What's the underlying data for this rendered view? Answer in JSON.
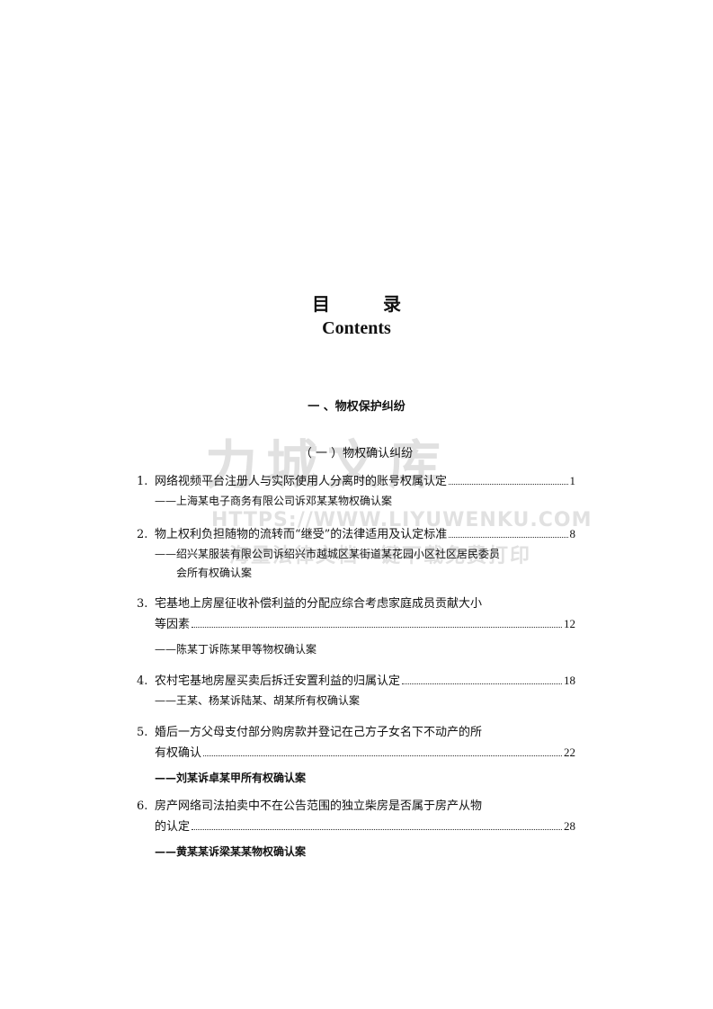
{
  "title_cn": "目 录",
  "title_en": "Contents",
  "section": "一 、物权保护纠纷",
  "subsection": "（ 一 ）物权确认纠纷",
  "watermark": {
    "main": "力城文库",
    "url": "HTTPS://WWW.LIYUWENKU.COM",
    "slogan": "海量法律文档一键下载免费打印"
  },
  "entries": [
    {
      "num": "1.",
      "lines": [
        "网络视频平台注册人与实际使用人分离时的账号权属认定"
      ],
      "page": "1",
      "sub": [
        "——上海某电子商务有限公司诉邓某某物权确认案"
      ],
      "sub_bold": false
    },
    {
      "num": "2.",
      "lines": [
        "物上权利负担随物的流转而“继受”的法律适用及认定标准"
      ],
      "page": "8",
      "sub": [
        "——绍兴某服装有限公司诉绍兴市越城区某街道某花园小区社区居民委员",
        "会所有权确认案"
      ],
      "sub_bold": false
    },
    {
      "num": "3.",
      "lines": [
        "宅基地上房屋征收补偿利益的分配应综合考虑家庭成员贡献大小",
        "等因素"
      ],
      "page": "12",
      "sub": [
        "——陈某丁诉陈某甲等物权确认案"
      ],
      "sub_bold": false
    },
    {
      "num": "4.",
      "lines": [
        "农村宅基地房屋买卖后拆迁安置利益的归属认定"
      ],
      "page": "18",
      "sub": [
        "——王某、杨某诉陆某、胡某所有权确认案"
      ],
      "sub_bold": false
    },
    {
      "num": "5.",
      "lines": [
        "婚后一方父母支付部分购房款并登记在己方子女名下不动产的所",
        "有权确认"
      ],
      "page": "22",
      "sub": [
        "——刘某诉卓某甲所有权确认案"
      ],
      "sub_bold": true
    },
    {
      "num": "6.",
      "lines": [
        "房产网络司法拍卖中不在公告范围的独立柴房是否属于房产从物",
        "的认定"
      ],
      "page": "28",
      "sub": [
        "——黄某某诉梁某某物权确认案"
      ],
      "sub_bold": true
    }
  ]
}
